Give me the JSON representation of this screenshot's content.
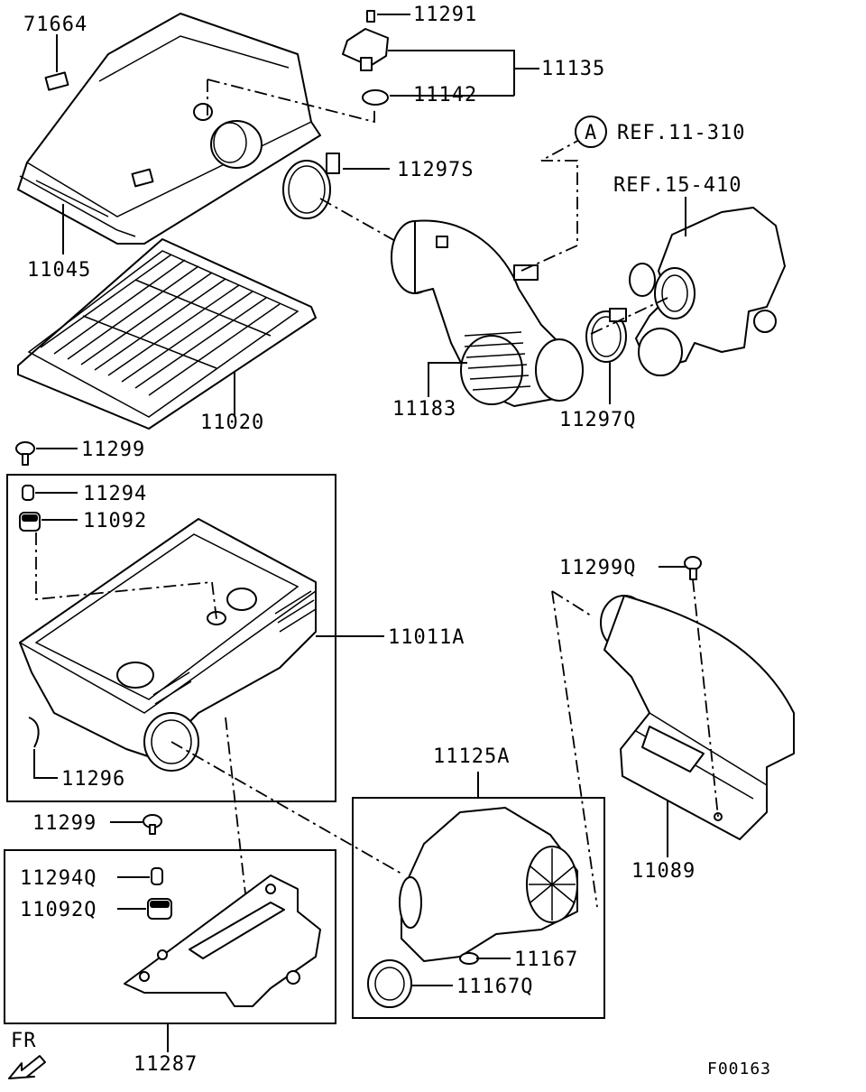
{
  "diagram": {
    "parts": [
      {
        "id": "p71664",
        "label": "71664"
      },
      {
        "id": "p11291",
        "label": "11291"
      },
      {
        "id": "p11135",
        "label": "11135"
      },
      {
        "id": "p11142",
        "label": "11142"
      },
      {
        "id": "ref_a_marker",
        "label": "A"
      },
      {
        "id": "ref_11_310",
        "label": "REF.11-310"
      },
      {
        "id": "p11297S",
        "label": "11297S"
      },
      {
        "id": "ref_15_410",
        "label": "REF.15-410"
      },
      {
        "id": "p11045",
        "label": "11045"
      },
      {
        "id": "p11020",
        "label": "11020"
      },
      {
        "id": "p11183",
        "label": "11183"
      },
      {
        "id": "p11297Q",
        "label": "11297Q"
      },
      {
        "id": "p11299_top",
        "label": "11299"
      },
      {
        "id": "p11294",
        "label": "11294"
      },
      {
        "id": "p11092",
        "label": "11092"
      },
      {
        "id": "p11011A",
        "label": "11011A"
      },
      {
        "id": "p11299Q",
        "label": "11299Q"
      },
      {
        "id": "p11296",
        "label": "11296"
      },
      {
        "id": "p11125A",
        "label": "11125A"
      },
      {
        "id": "p11299_low",
        "label": "11299"
      },
      {
        "id": "p11089",
        "label": "11089"
      },
      {
        "id": "p11294Q",
        "label": "11294Q"
      },
      {
        "id": "p11092Q",
        "label": "11092Q"
      },
      {
        "id": "p11167",
        "label": "11167"
      },
      {
        "id": "p11167Q",
        "label": "11167Q"
      },
      {
        "id": "p11287",
        "label": "11287"
      }
    ],
    "direction_label": "FR",
    "figure_code": "F00163"
  }
}
